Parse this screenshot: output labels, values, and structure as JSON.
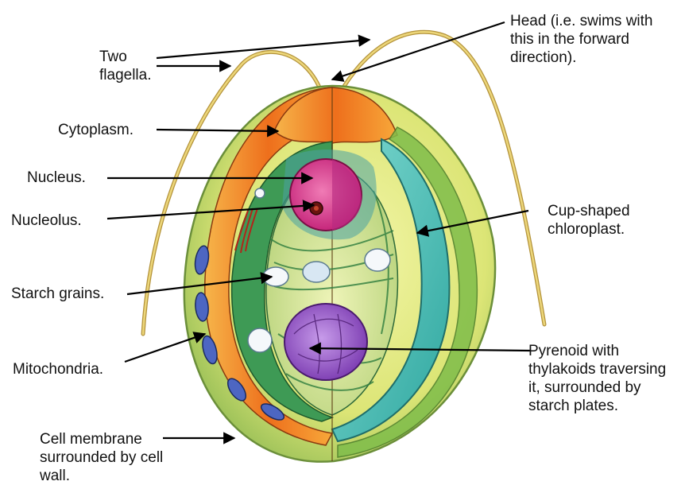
{
  "labels": {
    "flagella": [
      "Two",
      "flagella."
    ],
    "head": [
      "Head (i.e. swims with",
      "this in the forward",
      "direction)."
    ],
    "cytoplasm": "Cytoplasm.",
    "nucleus": "Nucleus.",
    "nucleolus": "Nucleolus.",
    "chloroplast": [
      "Cup-shaped",
      "chloroplast."
    ],
    "starch_grains": "Starch grains.",
    "mitochondria": "Mitochondria.",
    "pyrenoid": [
      "Pyrenoid with",
      "thylakoids traversing",
      "it, surrounded by",
      "starch plates."
    ],
    "cell_membrane": [
      "Cell membrane",
      "surrounded by cell",
      "wall."
    ]
  },
  "colors": {
    "wall": "#d9e36a",
    "cytoplasm": "#f08a2a",
    "chloroplast": "#4fb87a",
    "chloroplast_band": "#55c9c2",
    "nucleus": "#d8338a",
    "pyrenoid": "#9a5cc8",
    "mitochondria": "#3f58b0",
    "flagella": "#d2b64c"
  }
}
